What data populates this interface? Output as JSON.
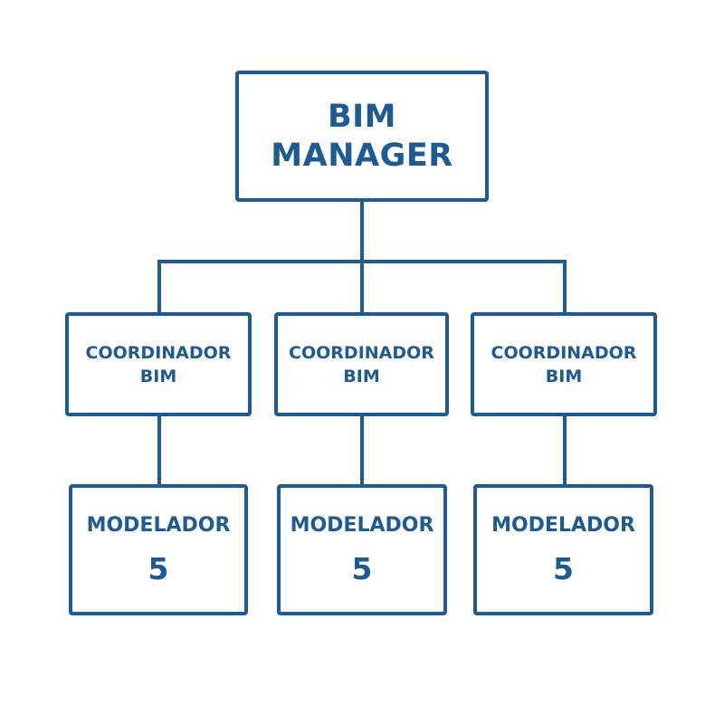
{
  "colors": {
    "stroke": "#1e5a93",
    "text": "#1e5a93",
    "background": "#ffffff"
  },
  "manager": {
    "line1": "BIM",
    "line2": "MANAGER"
  },
  "coordinators": [
    {
      "line1": "COORDINADOR",
      "line2": "BIM"
    },
    {
      "line1": "COORDINADOR",
      "line2": "BIM"
    },
    {
      "line1": "COORDINADOR",
      "line2": "BIM"
    }
  ],
  "modelers": [
    {
      "title": "MODELADOR",
      "count": "5"
    },
    {
      "title": "MODELADOR",
      "count": "5"
    },
    {
      "title": "MODELADOR",
      "count": "5"
    }
  ]
}
